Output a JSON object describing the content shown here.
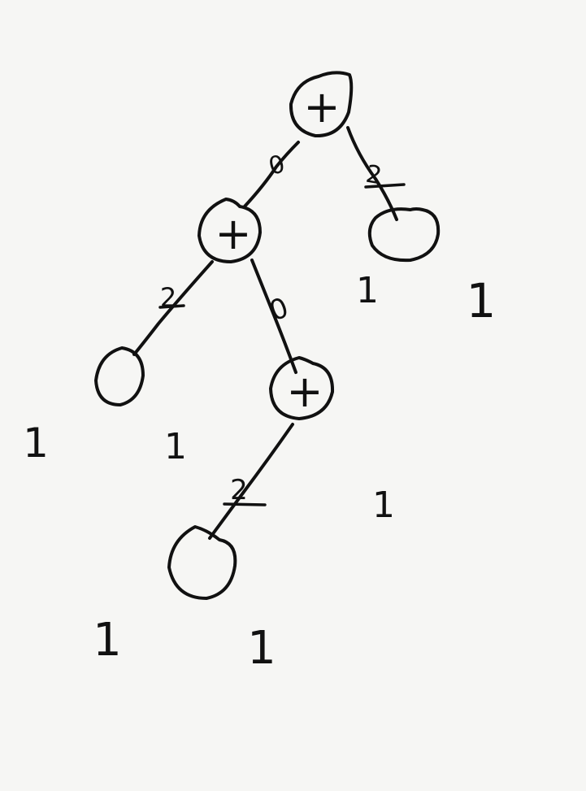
{
  "diagram": {
    "nodes": [
      {
        "id": "n1",
        "label": "+"
      },
      {
        "id": "n2",
        "label": "+"
      },
      {
        "id": "n3",
        "label": ""
      },
      {
        "id": "n4",
        "label": ""
      },
      {
        "id": "n5",
        "label": "+"
      },
      {
        "id": "n6",
        "label": ""
      }
    ],
    "edges": [
      {
        "from": "n1",
        "to": "n2",
        "label": "0"
      },
      {
        "from": "n1",
        "to": "n3",
        "label": "2"
      },
      {
        "from": "n2",
        "to": "n4",
        "label": "2"
      },
      {
        "from": "n2",
        "to": "n5",
        "label": "0"
      },
      {
        "from": "n5",
        "to": "n6",
        "label": "2"
      }
    ],
    "leaf_marks": [
      "1",
      "1",
      "1",
      "1",
      "1",
      "1",
      "1"
    ]
  }
}
